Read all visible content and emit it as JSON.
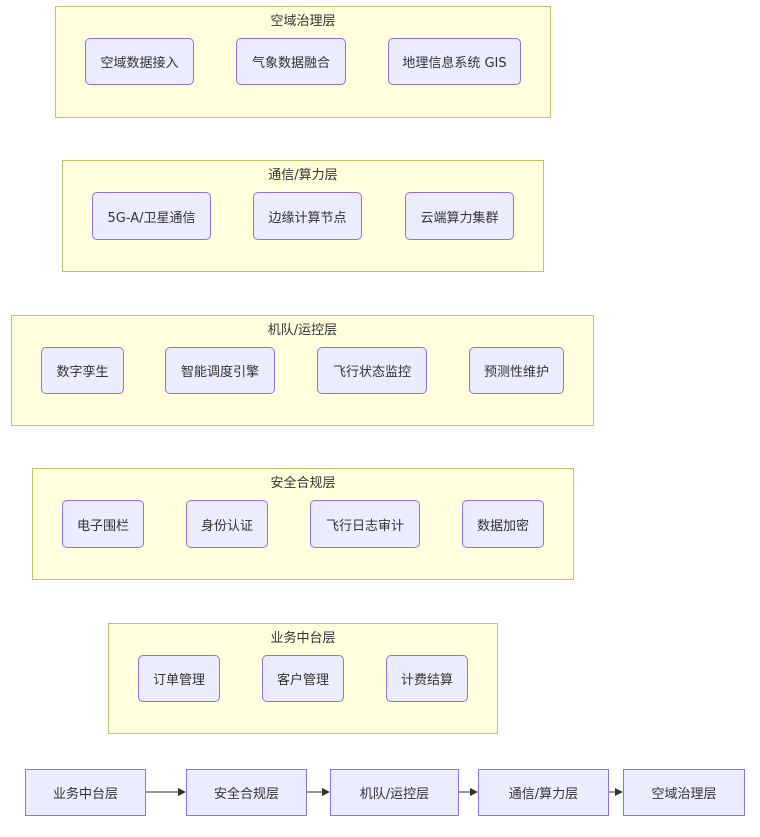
{
  "layers": [
    {
      "title": "空域治理层",
      "nodes": [
        "空域数据接入",
        "气象数据融合",
        "地理信息系统 GIS"
      ]
    },
    {
      "title": "通信/算力层",
      "nodes": [
        "5G-A/卫星通信",
        "边缘计算节点",
        "云端算力集群"
      ]
    },
    {
      "title": "机队/运控层",
      "nodes": [
        "数字孪生",
        "智能调度引擎",
        "飞行状态监控",
        "预测性维护"
      ]
    },
    {
      "title": "安全合规层",
      "nodes": [
        "电子围栏",
        "身份认证",
        "飞行日志审计",
        "数据加密"
      ]
    },
    {
      "title": "业务中台层",
      "nodes": [
        "订单管理",
        "客户管理",
        "计费结算"
      ]
    }
  ],
  "flow": [
    "业务中台层",
    "安全合规层",
    "机队/运控层",
    "通信/算力层",
    "空域治理层"
  ],
  "colors": {
    "cluster_fill": "#ffffde",
    "cluster_border": "#c2c26a",
    "node_fill": "#ececff",
    "node_border": "#9370db"
  }
}
